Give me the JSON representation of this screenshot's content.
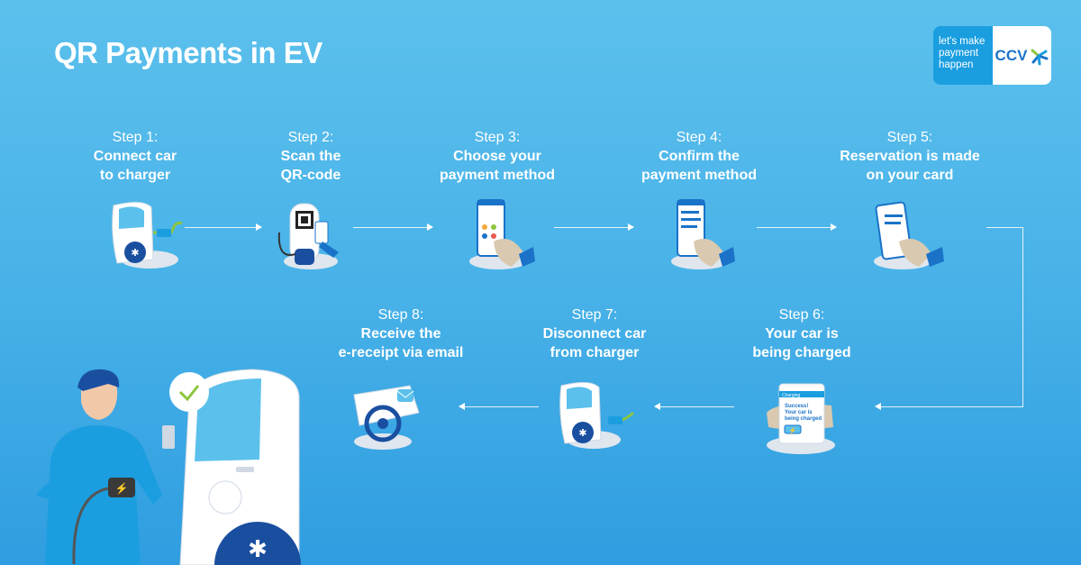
{
  "title": "QR Payments in EV",
  "logo": {
    "tagline_1": "let's make",
    "tagline_2": "payment",
    "tagline_3": "happen",
    "brand": "CCV"
  },
  "steps": [
    {
      "num": "Step 1:",
      "line1": "Connect car",
      "line2": "to charger"
    },
    {
      "num": "Step 2:",
      "line1": "Scan the",
      "line2": "QR-code"
    },
    {
      "num": "Step 3:",
      "line1": "Choose your",
      "line2": "payment method"
    },
    {
      "num": "Step 4:",
      "line1": "Confirm the",
      "line2": "payment method"
    },
    {
      "num": "Step 5:",
      "line1": "Reservation is made",
      "line2": "on your card"
    },
    {
      "num": "Step 6:",
      "line1": "Your car is",
      "line2": "being charged"
    },
    {
      "num": "Step 7:",
      "line1": "Disconnect car",
      "line2": "from charger"
    },
    {
      "num": "Step 8:",
      "line1": "Receive the",
      "line2": "e-receipt via email"
    }
  ],
  "phone6": {
    "header": "Charging",
    "line1": "Success!",
    "line2": "Your car is",
    "line3": "being charged"
  },
  "colors": {
    "bg_top": "#5cc0ec",
    "bg_bottom": "#2f9de0",
    "brand_blue": "#1a73c8",
    "accent_green": "#8cc63f"
  }
}
